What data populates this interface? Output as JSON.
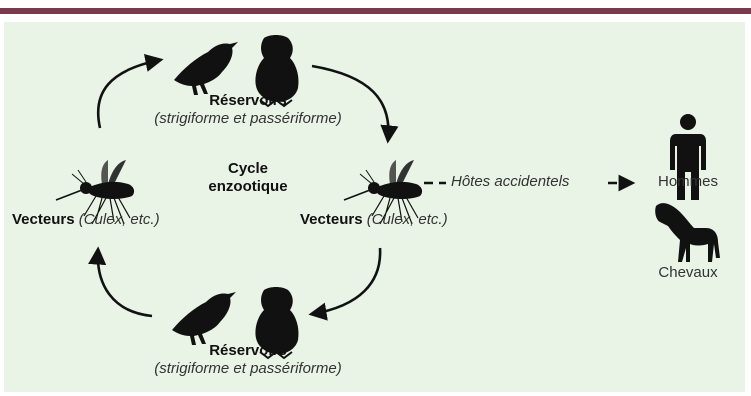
{
  "colors": {
    "top_bar": "#7b3a4c",
    "panel_background": "#e9f3e6",
    "silhouettes": "#111111"
  },
  "diagram": {
    "center_label_line1": "Cycle",
    "center_label_line2": "enzootique",
    "reservoirs_top": {
      "title": "Réservoirs",
      "detail": "(strigiforme et passériforme)",
      "icons": [
        "bird-icon",
        "owl-icon"
      ]
    },
    "reservoirs_bottom": {
      "title": "Réservoirs",
      "detail": "(strigiforme et passériforme)",
      "icons": [
        "bird-icon",
        "owl-icon"
      ]
    },
    "vectors_left": {
      "title": "Vecteurs",
      "detail": "(Culex, etc.)",
      "icon": "mosquito-icon"
    },
    "vectors_right": {
      "title": "Vecteurs",
      "detail": "(Culex, etc.)",
      "icon": "mosquito-icon"
    },
    "accidental_hosts_label": "Hôtes accidentels",
    "hosts": [
      {
        "label": "Hommes",
        "icon": "human-icon"
      },
      {
        "label": "Chevaux",
        "icon": "horse-icon"
      }
    ]
  }
}
